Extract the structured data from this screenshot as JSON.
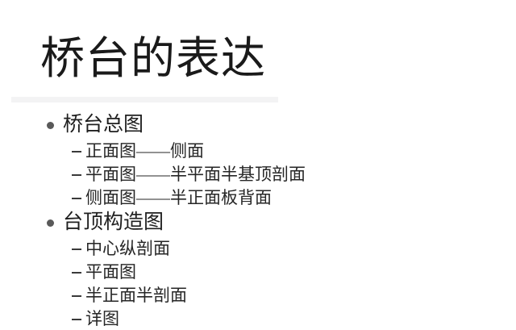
{
  "slide": {
    "title": "桥台的表达",
    "background_color": "#ffffff",
    "title_color": "#1a1a1a",
    "divider_color": "#f3f3f4",
    "bullet_color": "#595959",
    "outline": [
      {
        "level": 1,
        "marker": "filled-circle",
        "text": "桥台总图"
      },
      {
        "level": 2,
        "marker": "en-dash",
        "text": "正面图——侧面"
      },
      {
        "level": 2,
        "marker": "en-dash",
        "text": "平面图——半平面半基顶剖面"
      },
      {
        "level": 2,
        "marker": "en-dash",
        "text": "侧面图——半正面板背面"
      },
      {
        "level": 1,
        "marker": "filled-circle",
        "text": "台顶构造图"
      },
      {
        "level": 2,
        "marker": "en-dash",
        "text": "中心纵剖面"
      },
      {
        "level": 2,
        "marker": "en-dash",
        "text": "平面图"
      },
      {
        "level": 2,
        "marker": "en-dash",
        "text": "半正面半剖面"
      },
      {
        "level": 2,
        "marker": "en-dash",
        "text": "详图"
      }
    ]
  }
}
